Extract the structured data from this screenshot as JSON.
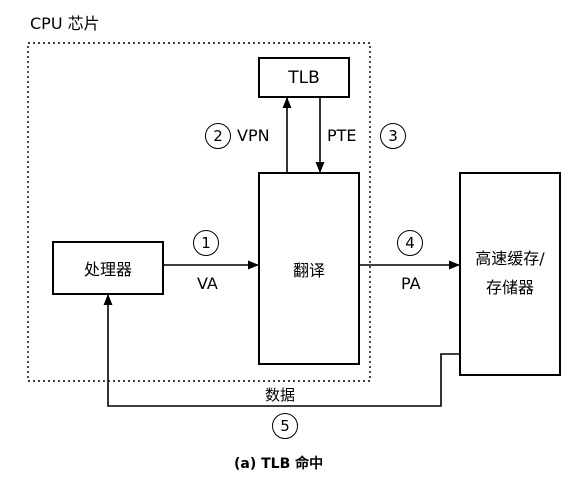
{
  "chip_label": "CPU 芯片",
  "boxes": {
    "tlb": "TLB",
    "processor": "处理器",
    "translate": "翻译",
    "cache_line1": "高速缓存/",
    "cache_line2": "存储器"
  },
  "labels": {
    "vpn": "VPN",
    "pte": "PTE",
    "va": "VA",
    "pa": "PA",
    "data": "数据"
  },
  "steps": [
    "1",
    "2",
    "3",
    "4",
    "5"
  ],
  "caption": "(a) TLB 命中"
}
